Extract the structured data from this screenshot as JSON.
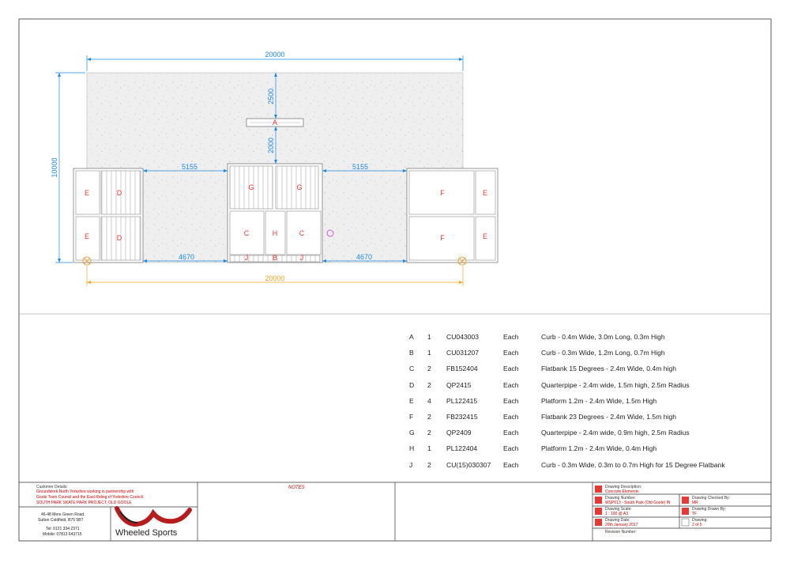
{
  "drawing": {
    "overall_width": "20000",
    "overall_depth": "10000",
    "dim_top_gap": "2500",
    "dim_mid_gap": "2000",
    "dim_upper_left": "5155",
    "dim_upper_right": "5155",
    "dim_lower_left": "4670",
    "dim_lower_right": "4670",
    "dim_bottom": "20000",
    "labels": {
      "A": "A",
      "B": "B",
      "C1": "C",
      "C2": "C",
      "D1": "D",
      "D2": "D",
      "E1": "E",
      "E2": "E",
      "E3": "E",
      "E4": "E",
      "F1": "F",
      "F2": "F",
      "G1": "G",
      "G2": "G",
      "H": "H",
      "J1": "J",
      "J2": "J"
    }
  },
  "schedule": [
    {
      "ref": "A",
      "qty": "1",
      "code": "CU043003",
      "unit": "Each",
      "desc": "Curb - 0.4m Wide, 3.0m Long, 0.3m High"
    },
    {
      "ref": "B",
      "qty": "1",
      "code": "CU031207",
      "unit": "Each",
      "desc": "Curb - 0.3m Wide, 1.2m Long, 0.7m High"
    },
    {
      "ref": "C",
      "qty": "2",
      "code": "FB152404",
      "unit": "Each",
      "desc": "Flatbank 15 Degrees - 2.4m Wide, 0.4m high"
    },
    {
      "ref": "D",
      "qty": "2",
      "code": "QP2415",
      "unit": "Each",
      "desc": "Quarterpipe - 2.4m wide, 1.5m high, 2.5m Radius"
    },
    {
      "ref": "E",
      "qty": "4",
      "code": "PL122415",
      "unit": "Each",
      "desc": "Platform 1.2m - 2.4m Wide, 1.5m High"
    },
    {
      "ref": "F",
      "qty": "2",
      "code": "FB232415",
      "unit": "Each",
      "desc": "Flatbank 23 Degrees - 2.4m Wide, 1.5m high"
    },
    {
      "ref": "G",
      "qty": "2",
      "code": "QP2409",
      "unit": "Each",
      "desc": "Quarterpipe - 2.4m wide, 0.9m high, 2.5m Radius"
    },
    {
      "ref": "H",
      "qty": "1",
      "code": "PL122404",
      "unit": "Each",
      "desc": "Platform 1.2m - 2.4m Wide, 0.4m High"
    },
    {
      "ref": "J",
      "qty": "2",
      "code": "CU(15)030307",
      "unit": "Each",
      "desc": "Curb - 0.3m Wide, 0.3m to 0.7m High for 15 Degree Flatbank"
    }
  ],
  "title_block": {
    "customer_label": "Customer Details:",
    "customer_line1": "Groundwork North Yorkshire working in partnership with",
    "customer_line2": "Goole Town Council and the East Riding of Yorkshire Council.",
    "customer_line3": "SOUTH PARK SKATE PARK PROJECT, OLD GOOLE",
    "address1": "46-48 Mere Green Road,",
    "address2": "Sutton Coldfield, B75 5BT",
    "tel": "Tel: 0121 334 2371",
    "mobile": "Mobile: 07813 643715",
    "brand": "Wheeled Sports",
    "notes_label": "NOTES",
    "desc_label": "Drawing Description:",
    "desc_value": "Concrete Elements",
    "number_label": "Drawing Number:",
    "number_value": "WSP013 - South Park (Old Goole) IN",
    "checked_label": "Drawing Checked By:",
    "checked_value": "MR",
    "scale_label": "Drawing Scale:",
    "scale_value": "1 : 100 @ A3",
    "drawn_label": "Drawing Drawn By:",
    "drawn_value": "TF",
    "date_label": "Drawing Date:",
    "date_value": "20th January 2017",
    "sheet_label": "Drawing:",
    "sheet_value": "2 of 5",
    "revision_label": "Revision Number:"
  },
  "colors": {
    "dimension": "#1e88e5",
    "dimension_bottom": "#f5a623",
    "label_red": "#e53935",
    "accent_red": "#cc0000",
    "magenta": "#d63adf"
  }
}
